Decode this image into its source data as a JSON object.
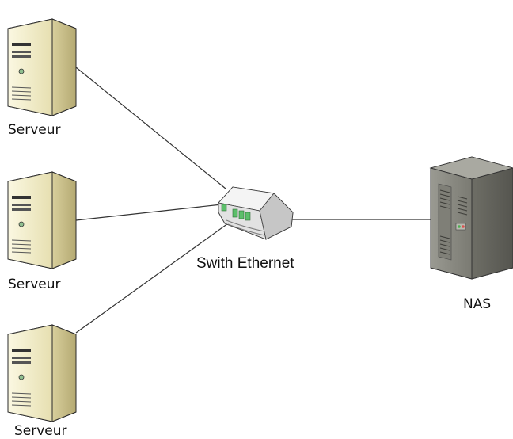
{
  "diagram": {
    "servers": [
      {
        "label": "Serveur"
      },
      {
        "label": "Serveur"
      },
      {
        "label": "Serveur"
      }
    ],
    "switch": {
      "label": "Swith Ethernet"
    },
    "nas": {
      "label": "NAS"
    },
    "colors": {
      "server_front": "#f4f0cf",
      "server_side": "#c9c08c",
      "server_top": "#faf8e6",
      "server_outline": "#2b2b2b",
      "connection_line": "#333333",
      "switch_body": "#d9d9d9",
      "switch_port_accent": "#5cbf6a",
      "nas_body": "#8c8c84",
      "nas_side": "#6f6f68"
    },
    "icons": [
      "server-tower-icon",
      "ethernet-switch-icon",
      "nas-cabinet-icon"
    ]
  }
}
